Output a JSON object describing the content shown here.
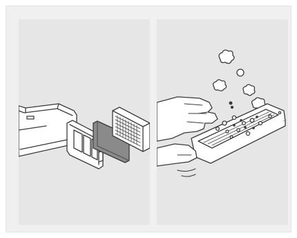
{
  "figure": {
    "panels": [
      {
        "name": "filter-removal-step",
        "icon": "dustbin-filter-removal-illustration"
      },
      {
        "name": "filter-tapping-step",
        "icon": "filter-tap-clean-illustration"
      }
    ]
  },
  "colors": {
    "frame_background": "#f0f0f0",
    "panel_background": "#e6e6e6",
    "line": "#3a3a3a",
    "fill": "#ffffff",
    "dark_filter": "#8a8a8a"
  }
}
